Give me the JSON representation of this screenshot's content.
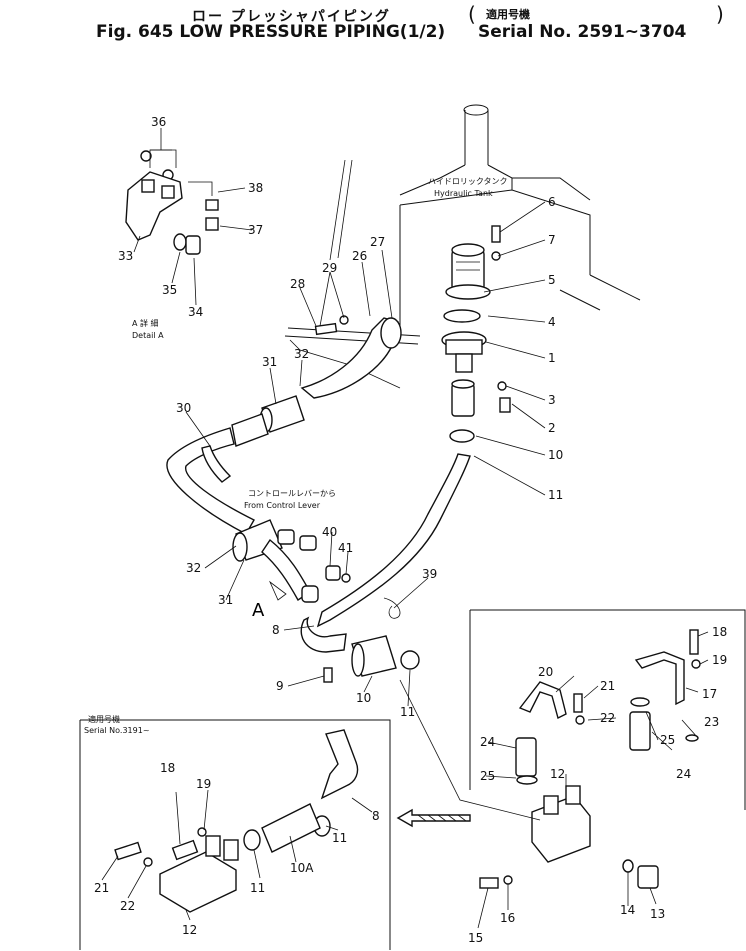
{
  "header": {
    "title_jp": "ロー プレッシャパイピング",
    "title_en": "Fig. 645 LOW PRESSURE PIPING(1/2)",
    "serial_jp": "適用号機",
    "serial_en": "Serial No. 2591~3704"
  },
  "labels": {
    "hydraulic_tank_jp": "ハイドロリックタンク",
    "hydraulic_tank_en": "Hydraulic Tank",
    "detail_a_jp": "A 詳 細",
    "detail_a_en": "Detail A",
    "from_control_jp": "コントロールレバーから",
    "from_control_en": "From Control Lever",
    "view_a": "A",
    "inset_serial_jp": "適用号機",
    "inset_serial_en": "Serial No.3191~"
  },
  "callouts": {
    "c36": "36",
    "c38": "38",
    "c37": "37",
    "c33": "33",
    "c35": "35",
    "c34": "34",
    "c6": "6",
    "c7": "7",
    "c5": "5",
    "c4": "4",
    "c1": "1",
    "c3": "3",
    "c2": "2",
    "c10a": "10",
    "c11a": "11",
    "c29": "29",
    "c26": "26",
    "c27": "27",
    "c28": "28",
    "c31a": "31",
    "c32a": "32",
    "c30": "30",
    "c40": "40",
    "c41": "41",
    "c32b": "32",
    "c31b": "31",
    "c39": "39",
    "c8a": "8",
    "c9": "9",
    "c10b": "10",
    "c11b": "11",
    "c18a": "18",
    "c19a": "19",
    "c21a": "21",
    "c20": "20",
    "c17": "17",
    "c22a": "22",
    "c23": "23",
    "c24a": "24",
    "c25a": "25",
    "c25b": "25",
    "c12a": "12",
    "c24b": "24",
    "c14": "14",
    "c13": "13",
    "c15": "15",
    "c16": "16",
    "c18b": "18",
    "c19b": "19",
    "c8b": "8",
    "c11c": "11",
    "c10A": "10A",
    "c11d": "11",
    "c21b": "21",
    "c22b": "22",
    "c12b": "12"
  }
}
